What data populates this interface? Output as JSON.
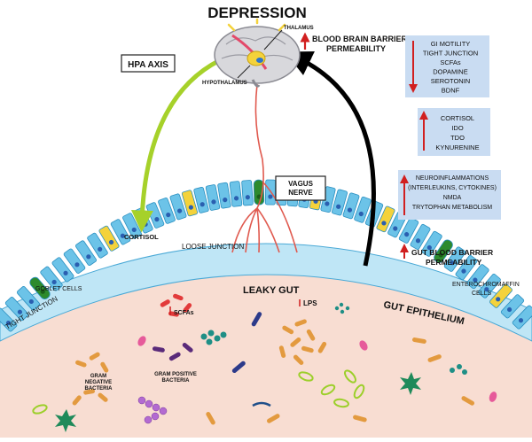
{
  "title": "DEPRESSION",
  "brain": {
    "thalamus": "THALAMUS",
    "hypothalamus": "HYPOTHALAMUS"
  },
  "bbb": {
    "line1": "BLOOD BRAIN BARRIER",
    "line2": "PERMEABILITY"
  },
  "hpa_axis": "HPA AXIS",
  "vagus": {
    "line1": "VAGUS",
    "line2": "NERVE"
  },
  "cortisol": "CORTISOL",
  "loose_junction": "LOOSE JUNCTION",
  "goblet_cells": "GOBLET CELLS",
  "tight_junction": "TIGHT JUNCTION",
  "leaky_gut": "LEAKY GUT",
  "gut_epithelium": "GUT EPITHELIUM",
  "enterochromaffin": {
    "line1": "ENTEROCHROMAFFIN",
    "line2": "CELLS"
  },
  "gut_bbb": {
    "line1": "GUT BLOOD BARRIER",
    "line2": "PERMEABILITY"
  },
  "scfas_label": "SCFAs",
  "lps_label": "LPS",
  "gram_negative": {
    "line1": "GRAM",
    "line2": "NEGATIVE",
    "line3": "BACTERIA"
  },
  "gram_positive": {
    "line1": "GRAM POSITIVE",
    "line2": "BACTERIA"
  },
  "box_down": {
    "items": [
      "GI MOTILITY",
      "TIGHT JUNCTION",
      "SCFAs",
      "DOPAMINE",
      "SEROTONIN",
      "BDNF"
    ]
  },
  "box_up1": {
    "items": [
      "CORTISOL",
      "IDO",
      "TDO",
      "KYNURENINE"
    ]
  },
  "box_up2": {
    "items": [
      "NEUROINFLAMMATIONS",
      "(INTERLEUKINS, CYTOKINES)",
      "NMDA",
      "TRYTOPHAN METABOLISM"
    ]
  },
  "colors": {
    "box_fill": "#c9dcf2",
    "arrow_red": "#d11f1f",
    "hpa_green": "#a6d12a",
    "lumen": "#f8ddd2",
    "cell_blue": "#6cc3e8",
    "goblet_green": "#2d8a2d",
    "ec_yellow": "#f4d23b",
    "nerve": "#e05a4f"
  }
}
